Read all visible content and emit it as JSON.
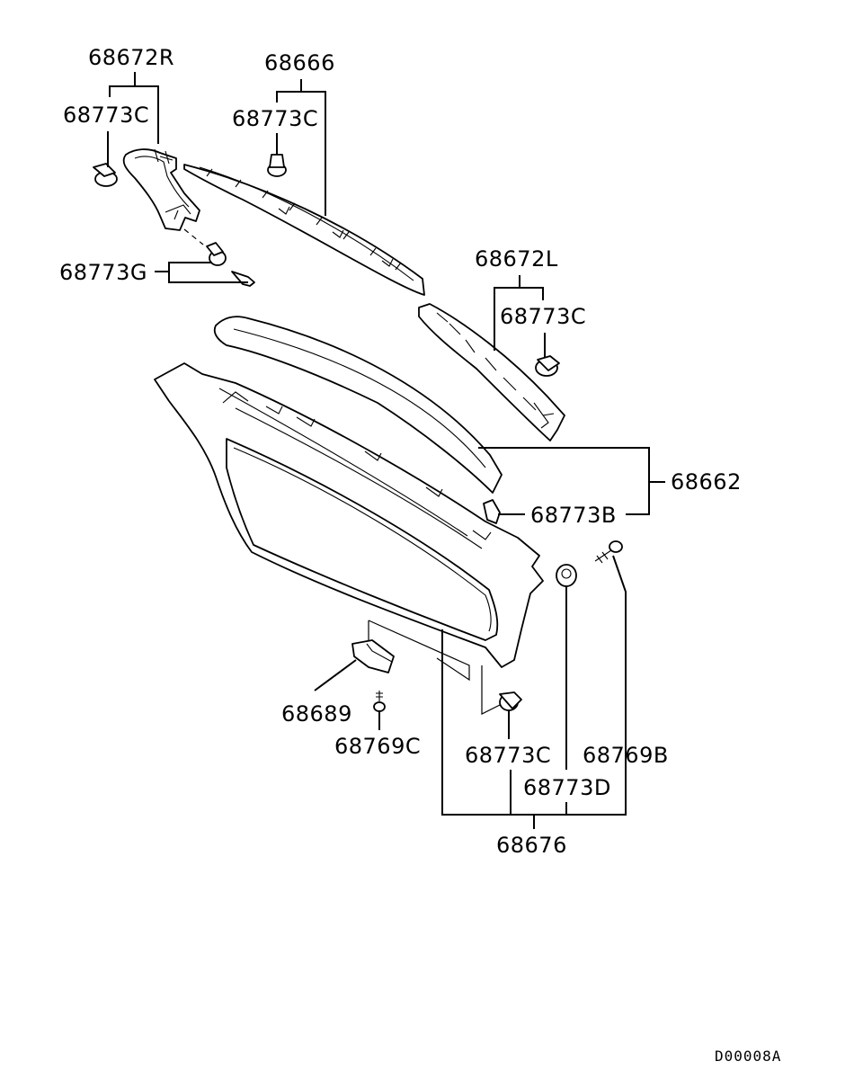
{
  "labels": {
    "l68672R": "68672R",
    "l68666": "68666",
    "l68773C_a": "68773C",
    "l68773C_b": "68773C",
    "l68773G": "68773G",
    "l68672L": "68672L",
    "l68773C_c": "68773C",
    "l68662": "68662",
    "l68773B": "68773B",
    "l68689": "68689",
    "l68769C": "68769C",
    "l68773C_d": "68773C",
    "l68769B": "68769B",
    "l68773D": "68773D",
    "l68676": "68676"
  },
  "drawing_code": "D00008A"
}
